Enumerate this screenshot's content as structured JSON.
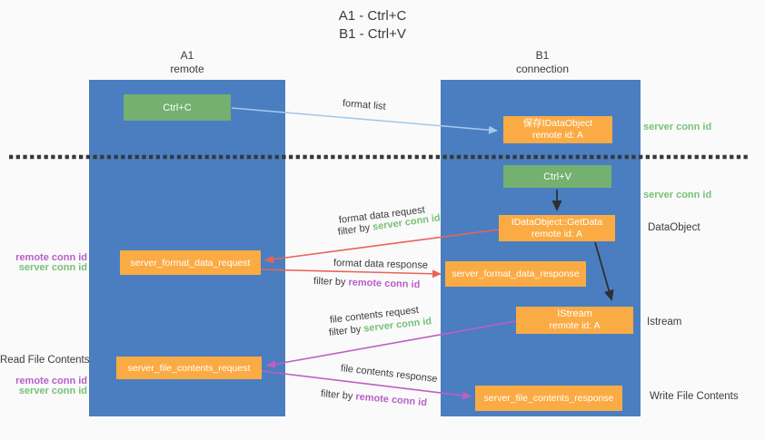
{
  "title": {
    "line1": "A1 - Ctrl+C",
    "line2": "B1 - Ctrl+V"
  },
  "columns": {
    "left": {
      "name": "A1",
      "role": "remote"
    },
    "right": {
      "name": "B1",
      "role": "connection"
    }
  },
  "nodes": {
    "ctrl_c": {
      "label": "Ctrl+C"
    },
    "save_dataobject": {
      "line1": "保存IDataObject",
      "line2": "remote id: A"
    },
    "ctrl_v": {
      "label": "Ctrl+V"
    },
    "getdata": {
      "line1": "IDataObject::GetData",
      "line2": "remote id: A"
    },
    "format_request": {
      "label": "server_format_data_request"
    },
    "format_response": {
      "label": "server_format_data_response"
    },
    "istream": {
      "line1": "IStream",
      "line2": "remote id: A"
    },
    "file_request": {
      "label": "server_file_contents_request"
    },
    "file_response": {
      "label": "server_file_contents_response"
    }
  },
  "edges": {
    "format_list": {
      "label": "format list"
    },
    "format_data_request": {
      "label": "format data request",
      "filter_prefix": "filter by ",
      "filter_key": "server conn id"
    },
    "format_data_response": {
      "label": "format data response",
      "filter_prefix": "filter by ",
      "filter_key": "remote conn id"
    },
    "file_contents_request": {
      "label": "file contents request",
      "filter_prefix": "filter by ",
      "filter_key": "server conn id"
    },
    "file_contents_response": {
      "label": "file contents response",
      "filter_prefix": "filter by ",
      "filter_key": "remote conn id"
    }
  },
  "side_labels": {
    "server_conn_id_top": "server conn id",
    "server_conn_id_mid": "server conn id",
    "dataobject": "DataObject",
    "istream": "Istream",
    "write_file_contents": "Write File Contents",
    "read_file_contents": "Read File Contents",
    "left_mid": {
      "remote": "remote conn id",
      "server": "server conn id"
    },
    "left_bottom": {
      "remote": "remote conn id",
      "server": "server conn id"
    }
  },
  "colors": {
    "background": "#fafafa",
    "lane_blue": "#4a7ec0",
    "box_green": "#74b06f",
    "box_orange": "#fbab44",
    "arrow_light_blue": "#a5c9ea",
    "arrow_red": "#e8635a",
    "arrow_purple": "#c05ec4",
    "arrow_black": "#2f2f2f",
    "text_green": "#76c178",
    "text_purple": "#b75fc8",
    "text_dark": "#3b3b3b"
  }
}
